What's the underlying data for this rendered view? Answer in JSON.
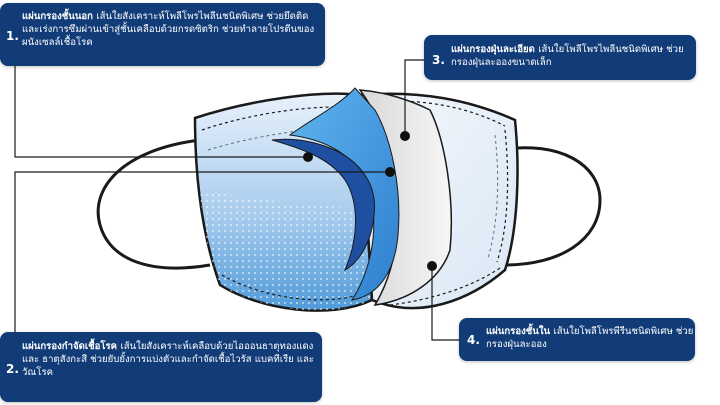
{
  "callouts": [
    {
      "id": "c1",
      "number": "1.",
      "title": "แผ่นกรองชั้นนอก",
      "text": "เส้นใยสังเคราะห์โพลีโพรไพลีนชนิดพิเศษ ช่วยยึดติดและเร่งการซึมผ่านเข้าสู่ชั้นเคลือบด้วยกรดซิตริก ช่วยทำลายโปรตีนของผนังเซลล์เชื้อโรค"
    },
    {
      "id": "c2",
      "number": "2.",
      "title": "แผ่นกรองกำจัดเชื้อโรค",
      "text": "เส้นใยสังเคราะห์เคลือบด้วยไอออนธาตุทองแดง และ ธาตุสังกะสี ช่วยยับยั้งการแบ่งตัวและกำจัดเชื้อไวรัส แบคทีเรีย และวัณโรค"
    },
    {
      "id": "c3",
      "number": "3.",
      "title": "แผ่นกรองฝุ่นละเอียด",
      "text": "เส้นใยโพลีโพรไพลีนชนิดพิเศษ ช่วยกรองฝุ่นละอองขนาดเล็ก"
    },
    {
      "id": "c4",
      "number": "4.",
      "title": "แผ่นกรองชั้นใน",
      "text": "เส้นใยโพลีโพรพีรีนชนิดพิเศษ ช่วยกรองฝุ่นละออง"
    }
  ],
  "colors": {
    "callout_bg": "#123c78",
    "mask_blue": "#3b8fd4",
    "dark_blue": "#1f4fa0",
    "outline": "#1a1a1a"
  }
}
